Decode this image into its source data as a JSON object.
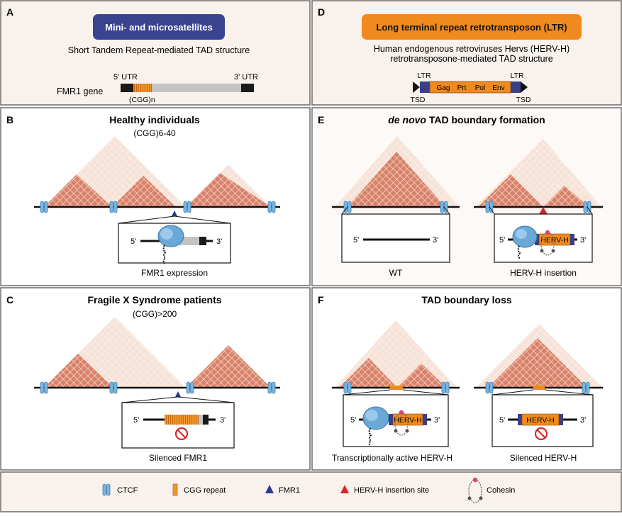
{
  "panels": {
    "A": {
      "letter": "A",
      "badge": "Mini- and microsatellites",
      "subtitle": "Short Tandem Repeat-mediated TAD structure",
      "gene_label": "FMR1 gene",
      "utr5": "5' UTR",
      "utr3": "3' UTR",
      "repeat": "(CGG)n"
    },
    "B": {
      "letter": "B",
      "title": "Healthy individuals",
      "subtitle": "(CGG)6-40",
      "prime5": "5'",
      "prime3": "3'",
      "caption": "FMR1 expression"
    },
    "C": {
      "letter": "C",
      "title": "Fragile X Syndrome patients",
      "subtitle": "(CGG)>200",
      "prime5": "5'",
      "prime3": "3'",
      "caption": "Silenced FMR1"
    },
    "D": {
      "letter": "D",
      "badge": "Long terminal repeat retrotransposon (LTR)",
      "subtitle1": "Human endogenous retroviruses Hervs (HERV-H)",
      "subtitle2": "retrotransposone-mediated TAD structure",
      "ltr": "LTR",
      "tsd": "TSD",
      "genes": [
        "Gag",
        "Prt",
        "Pol",
        "Env"
      ]
    },
    "E": {
      "letter": "E",
      "title_italic": "de novo",
      "title_rest": " TAD boundary formation",
      "prime5": "5'",
      "prime3": "3'",
      "herv": "HERV-H",
      "caption_left": "WT",
      "caption_right": "HERV-H insertion"
    },
    "F": {
      "letter": "F",
      "title": "TAD boundary loss",
      "prime5": "5'",
      "prime3": "3'",
      "herv": "HERV-H",
      "caption_left": "Transcriptionally active HERV-H",
      "caption_right": "Silenced HERV-H"
    }
  },
  "legend": [
    {
      "icon": "ctcf-icon",
      "label": "CTCF"
    },
    {
      "icon": "cgg-repeat-icon",
      "label": "CGG repeat"
    },
    {
      "icon": "fmr1-triangle-icon",
      "label": "FMR1"
    },
    {
      "icon": "herv-insertion-icon",
      "label": "HERV-H insertion site"
    },
    {
      "icon": "cohesin-icon",
      "label": "Cohesin"
    }
  ],
  "colors": {
    "panel_bg": "#f8f1ec",
    "border": "#6b6b6b",
    "badge_blue": "#3a4390",
    "badge_orange": "#f08a1e",
    "tad": "#d9826a",
    "tad_light": "#f3d9cc",
    "ctcf": "#7ab6e0",
    "cgg": "#f2952d",
    "fmr1": "#2a3a8c",
    "herv_site": "#d62828"
  }
}
